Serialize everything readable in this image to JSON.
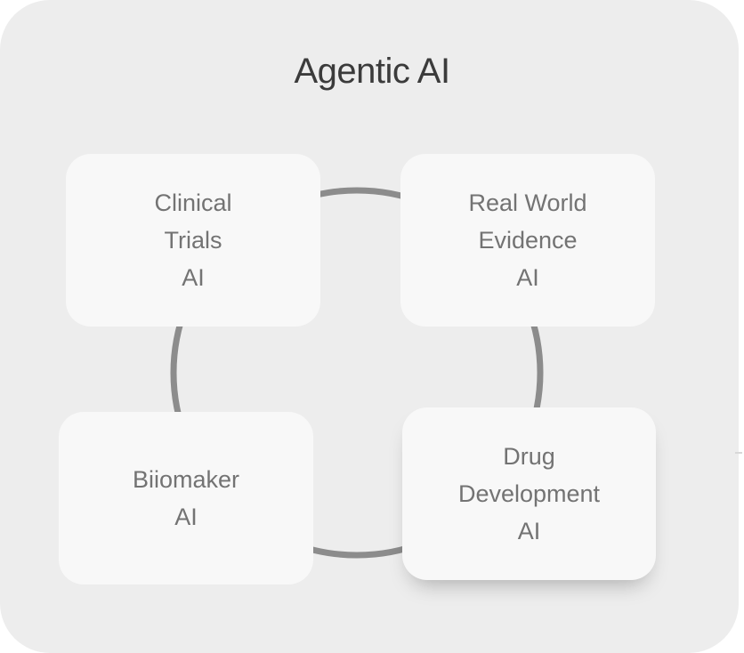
{
  "title": "Agentic AI",
  "colors": {
    "panel_background": "#ededed",
    "card_background": "#f8f8f8",
    "ring_stroke": "#8c8c8c",
    "title_text": "#3b3b3b",
    "card_text": "#737373"
  },
  "nodes": [
    {
      "id": "clinical-trials",
      "lines": [
        "Clinical",
        "Trials",
        "AI"
      ]
    },
    {
      "id": "real-world-evidence",
      "lines": [
        "Real World",
        "Evidence",
        "AI"
      ]
    },
    {
      "id": "biomarker",
      "lines": [
        "Biiomaker",
        "AI"
      ]
    },
    {
      "id": "drug-development",
      "lines": [
        "Drug",
        "Development",
        "AI"
      ]
    }
  ]
}
